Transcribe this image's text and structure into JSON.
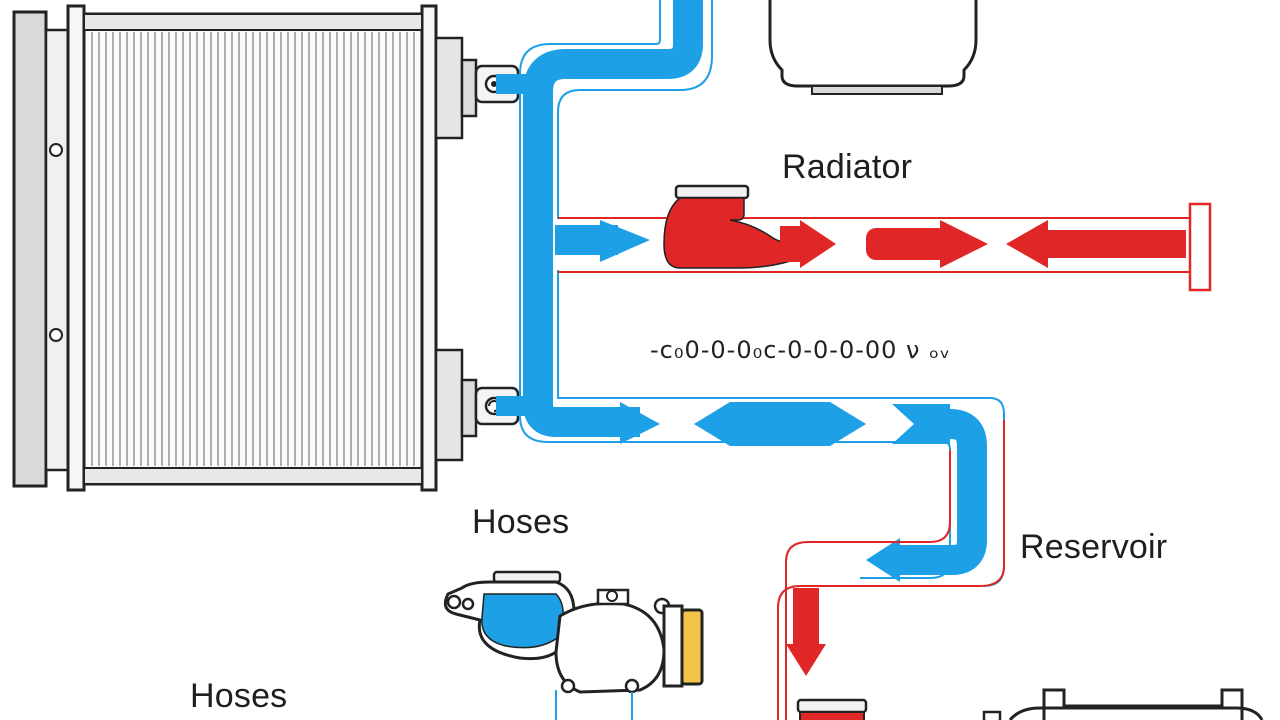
{
  "labels": {
    "radiator": "Radiator",
    "hoses_upper": "Hoses",
    "hoses_lower": "Hoses",
    "reservoir": "Reservoir",
    "garbled_annotation": "-c₀0-0-0₀c-0-0-0-00 ν ₒᵥ"
  },
  "colors": {
    "coolant_cold": "#1ea0e6",
    "coolant_hot": "#e02626",
    "pipe_outline_cold": "#1ea0e6",
    "pipe_outline_hot": "#e02626",
    "component_fill": "#f2f2f2",
    "component_stroke": "#222222",
    "thermostat_cap": "#f3c44a"
  },
  "icons": {
    "radiator": "radiator-icon",
    "expansion_tank": "expansion-tank-icon",
    "water_pump": "water-pump-icon",
    "thermostat_housing": "thermostat-housing-icon",
    "engine_block": "engine-block-icon"
  }
}
